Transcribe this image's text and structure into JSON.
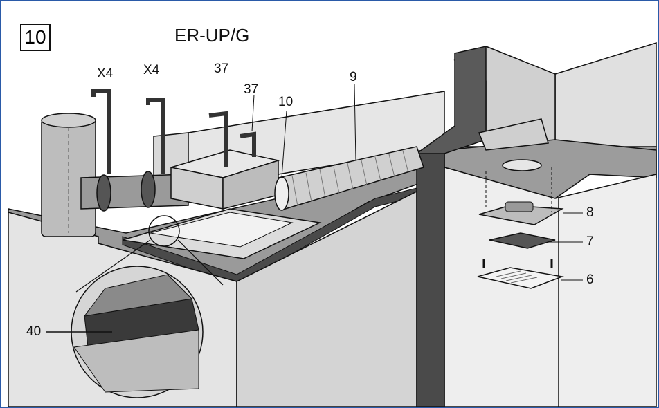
{
  "figure": {
    "step_number": "10",
    "model_title": "ER-UP/G",
    "callouts": [
      {
        "id": "x4-a",
        "text": "X4"
      },
      {
        "id": "x4-b",
        "text": "X4"
      },
      {
        "id": "37-a",
        "text": "37"
      },
      {
        "id": "37-b",
        "text": "37"
      },
      {
        "id": "10",
        "text": "10"
      },
      {
        "id": "9",
        "text": "9"
      },
      {
        "id": "8",
        "text": "8"
      },
      {
        "id": "7",
        "text": "7"
      },
      {
        "id": "6",
        "text": "6"
      },
      {
        "id": "40",
        "text": "40"
      }
    ]
  },
  "colors": {
    "frame": "#2a5aa8",
    "wall": "#d9d9d9",
    "dark_edge": "#4a4a4a",
    "line": "#111111"
  }
}
